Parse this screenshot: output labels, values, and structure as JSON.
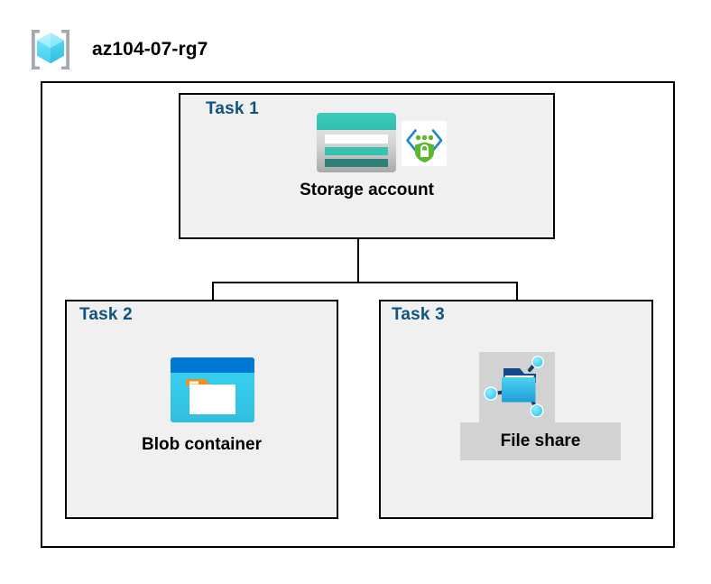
{
  "header": {
    "resource_group_name": "az104-07-rg7",
    "icon": "resource-group-icon",
    "icon_colors": {
      "bracket": "#A0A4A8",
      "cube_light": "#9CEBFF",
      "cube_mid": "#50E6FF",
      "cube_dark": "#32BEDD"
    }
  },
  "diagram": {
    "type": "azure-architecture",
    "container_label": "az104-07-rg7",
    "colors": {
      "task_label": "#11537E",
      "box_fill": "#F0F0F0",
      "outer_fill": "#FFFFFF",
      "border": "#000000",
      "highlight_block": "#D2D2D2",
      "azure_blue": "#0078D4",
      "cyan": "#32D4F5",
      "teal": "#37C2B1",
      "teal_dark": "#2E8076",
      "orange": "#F78D1E",
      "green": "#5BB72C"
    },
    "tasks": [
      {
        "id": "task1",
        "label": "Task 1",
        "node_caption": "Storage account",
        "icons": [
          "storage-account-icon",
          "private-endpoint-icon"
        ]
      },
      {
        "id": "task2",
        "label": "Task 2",
        "node_caption": "Blob container",
        "icons": [
          "blob-container-icon"
        ]
      },
      {
        "id": "task3",
        "label": "Task 3",
        "node_caption": "File share",
        "icons": [
          "file-share-icon"
        ],
        "highlighted": true
      }
    ],
    "connections": [
      {
        "from": "task1",
        "to": "task2"
      },
      {
        "from": "task1",
        "to": "task3"
      }
    ]
  }
}
